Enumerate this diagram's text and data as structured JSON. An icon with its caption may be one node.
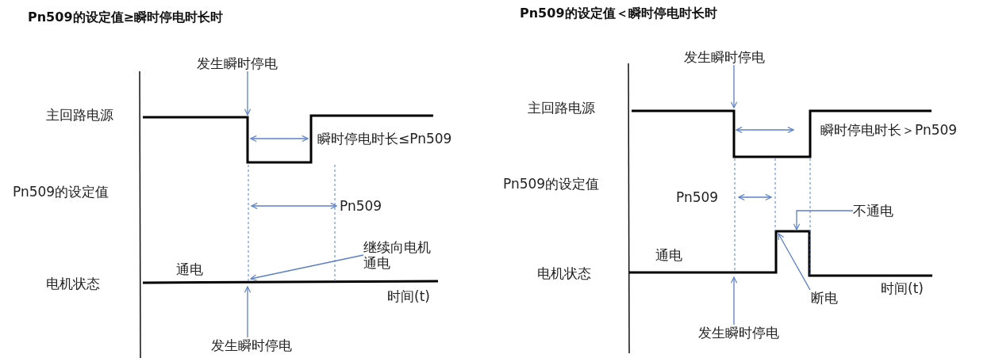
{
  "diagram": {
    "nodes": [
      {
        "text": [
          "发生瞬时停电"
        ]
      },
      {
        "text": [
          "发生瞬时停电"
        ]
      },
      {
        "text": [
          "继续向电机通电"
        ]
      },
      {
        "text": [
          "发生瞬时停电"
        ]
      },
      {
        "text": [
          "发生瞬时停电"
        ]
      },
      {
        "text": [
          "不通电"
        ]
      },
      {
        "text": [
          "断电"
        ]
      }
    ],
    "edges": [
      {
        "from": 0,
        "to": null,
        "arrow": "to"
      },
      {
        "from": 1,
        "to": null,
        "arrow": "to"
      },
      {
        "from": 2,
        "to": null,
        "arrow": "to"
      },
      {
        "from": 3,
        "to": null,
        "arrow": "to"
      },
      {
        "from": 4,
        "to": null,
        "arrow": "to"
      },
      {
        "from": 5,
        "to": null,
        "arrow": "to"
      },
      {
        "from": 6,
        "to": null,
        "arrow": "to"
      }
    ],
    "labels": [
      "Pn509的设定值≥瞬时停电时长时",
      "主回路电源",
      "瞬时停电时长≤Pn509",
      "Pn509的设定值",
      "Pn509",
      "通电",
      "电机状态",
      "时间(t)",
      "Pn509的设定值＜瞬时停电时长时",
      "主回路电源",
      "瞬时停电时长＞Pn509",
      "Pn509的设定值",
      "Pn509",
      "通电",
      "电机状态",
      "时间(t)"
    ]
  }
}
